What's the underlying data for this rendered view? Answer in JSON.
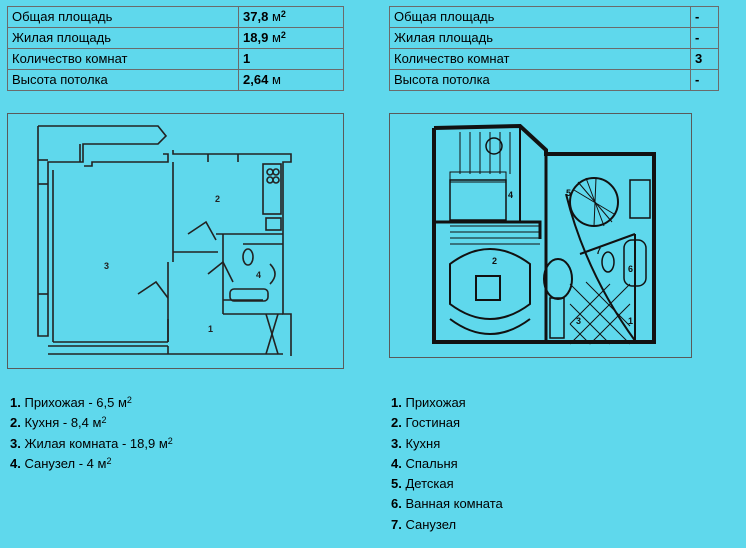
{
  "left_table": {
    "rows": [
      {
        "label": "Общая площадь",
        "value": "37,8",
        "unit": "м",
        "sup": "2"
      },
      {
        "label": "Жилая площадь",
        "value": "18,9",
        "unit": "м",
        "sup": "2"
      },
      {
        "label": "Количество комнат",
        "value": "1",
        "unit": "",
        "sup": ""
      },
      {
        "label": "Высота потолка",
        "value": "2,64",
        "unit": "м",
        "sup": ""
      }
    ]
  },
  "right_table": {
    "rows": [
      {
        "label": "Общая площадь",
        "value": "-"
      },
      {
        "label": "Жилая площадь",
        "value": "-"
      },
      {
        "label": "Количество комнат",
        "value": "3"
      },
      {
        "label": "Высота потолка",
        "value": "-"
      }
    ]
  },
  "left_plan": {
    "room_numbers": [
      "1",
      "2",
      "3",
      "4"
    ]
  },
  "right_plan": {
    "room_numbers": [
      "1",
      "2",
      "3",
      "4",
      "5",
      "6",
      "7"
    ]
  },
  "left_legend": [
    {
      "num": "1.",
      "text": "Прихожая - 6,5 м",
      "sup": "2"
    },
    {
      "num": "2.",
      "text": "Кухня - 8,4 м",
      "sup": "2"
    },
    {
      "num": "3.",
      "text": "Жилая комната - 18,9 м",
      "sup": "2"
    },
    {
      "num": "4.",
      "text": "Санузел - 4 м",
      "sup": "2"
    }
  ],
  "right_legend": [
    {
      "num": "1.",
      "text": "Прихожая"
    },
    {
      "num": "2.",
      "text": "Гостиная"
    },
    {
      "num": "3.",
      "text": "Кухня"
    },
    {
      "num": "4.",
      "text": "Спальня"
    },
    {
      "num": "5.",
      "text": "Детская"
    },
    {
      "num": "6.",
      "text": "Ванная комната"
    },
    {
      "num": "7.",
      "text": "Санузел"
    }
  ]
}
